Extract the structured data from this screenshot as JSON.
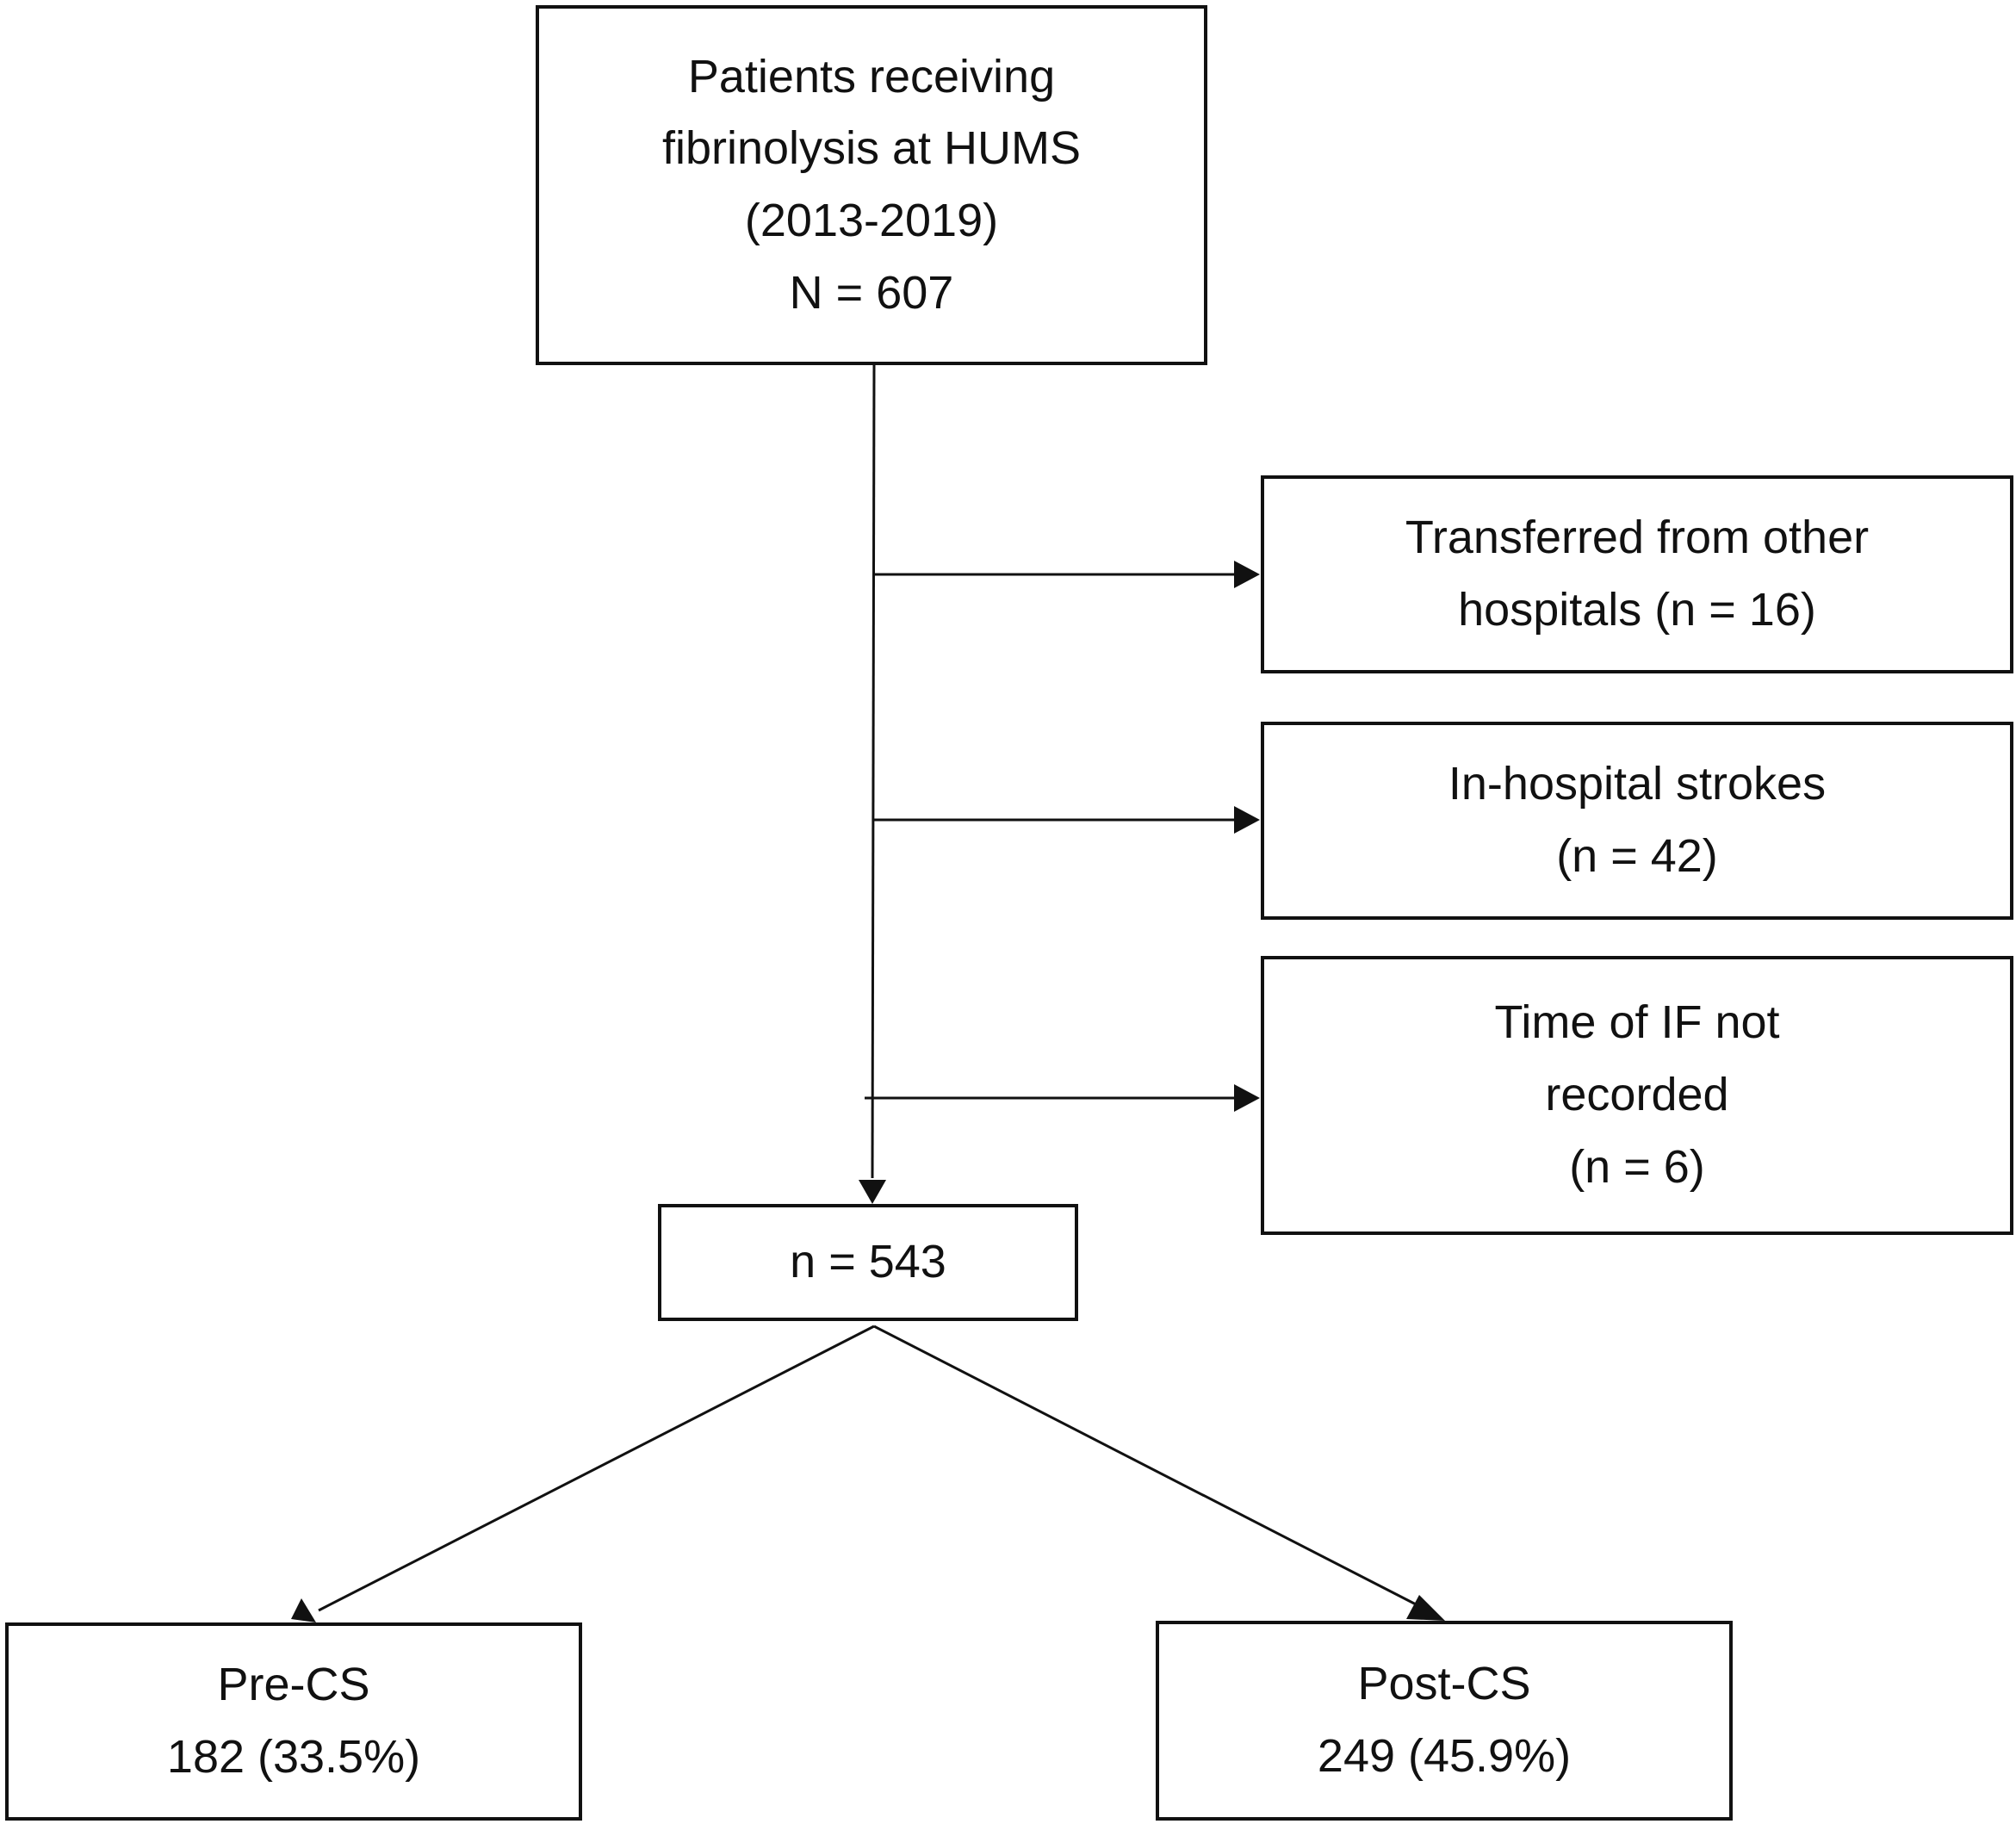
{
  "flowchart": {
    "top_box": {
      "lines": [
        "Patients receiving",
        "fibrinolysis at HUMS",
        "(2013-2019)",
        "N = 607"
      ]
    },
    "exclusions": [
      {
        "lines": [
          "Transferred from other",
          "hospitals (n = 16)"
        ]
      },
      {
        "lines": [
          "In-hospital strokes",
          "(n = 42)"
        ]
      },
      {
        "lines": [
          "Time of IF not",
          "recorded",
          "(n = 6)"
        ]
      }
    ],
    "included_box": {
      "lines": [
        "n = 543"
      ]
    },
    "groups": [
      {
        "lines": [
          "Pre-CS",
          "182 (33.5%)"
        ]
      },
      {
        "lines": [
          "Post-CS",
          "249 (45.9%)"
        ]
      }
    ]
  }
}
